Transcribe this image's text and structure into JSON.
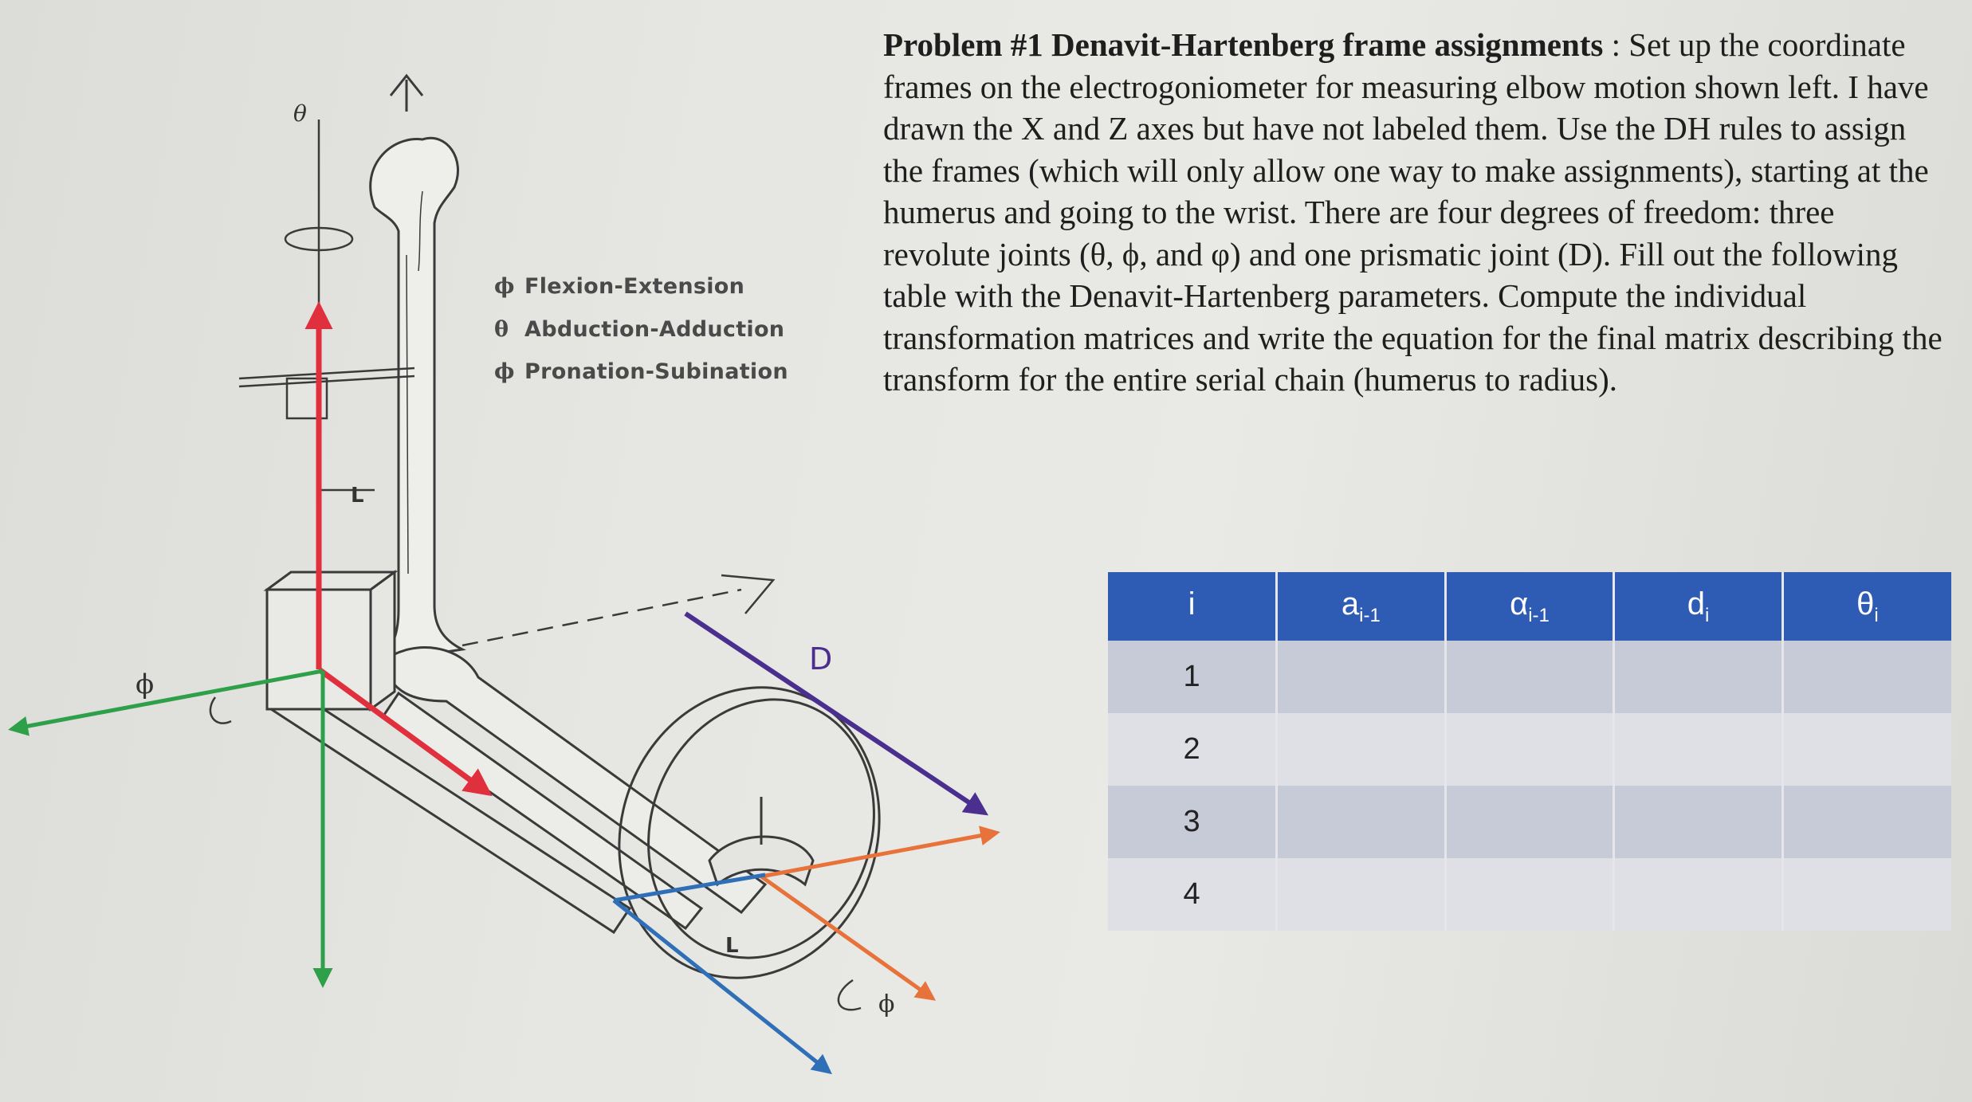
{
  "figure": {
    "labels": {
      "theta_top": "θ",
      "phi_left": "ϕ",
      "phi_bottom": "ϕ",
      "L_upper": "L",
      "L_lower": "L",
      "D": "D"
    },
    "legend": [
      {
        "symbol": "ϕ",
        "label": "Flexion-Extension"
      },
      {
        "symbol": "θ",
        "label": "Abduction-Adduction"
      },
      {
        "symbol": "ϕ",
        "label": "Pronation-Subination"
      }
    ],
    "colors": {
      "red_axis": "#e0303e",
      "green_axis": "#2fa04a",
      "purple_axis": "#4b2f8f",
      "orange_axis": "#e8733a",
      "blue_axis": "#2f6fb8"
    }
  },
  "problem": {
    "title": "Problem #1 Denavit-Hartenberg frame assignments",
    "separator": " : ",
    "body": "Set up the coordinate frames on the electrogoniometer for measuring elbow motion shown left. I have drawn the X and Z axes but have not labeled them. Use the DH rules to assign the frames (which will only allow one way to make assignments), starting at the humerus and going to the wrist. There are four degrees of freedom: three revolute joints (θ, ϕ, and φ) and one prismatic joint (D). Fill out the following table with the Denavit-Hartenberg parameters. Compute the individual transformation matrices and write the equation for the final matrix describing the transform for the entire serial chain (humerus to radius)."
  },
  "table": {
    "headers": [
      {
        "main": "i",
        "sub": ""
      },
      {
        "main": "a",
        "sub": "i-1"
      },
      {
        "main": "α",
        "sub": "i-1"
      },
      {
        "main": "d",
        "sub": "i"
      },
      {
        "main": "θ",
        "sub": "i"
      }
    ],
    "rows": [
      [
        "1",
        "",
        "",
        "",
        ""
      ],
      [
        "2",
        "",
        "",
        "",
        ""
      ],
      [
        "3",
        "",
        "",
        "",
        ""
      ],
      [
        "4",
        "",
        "",
        "",
        ""
      ]
    ],
    "colors": {
      "header": "#2e5bb4",
      "row_dark": "#c7cbd8",
      "row_light": "#dfe0e6"
    }
  }
}
